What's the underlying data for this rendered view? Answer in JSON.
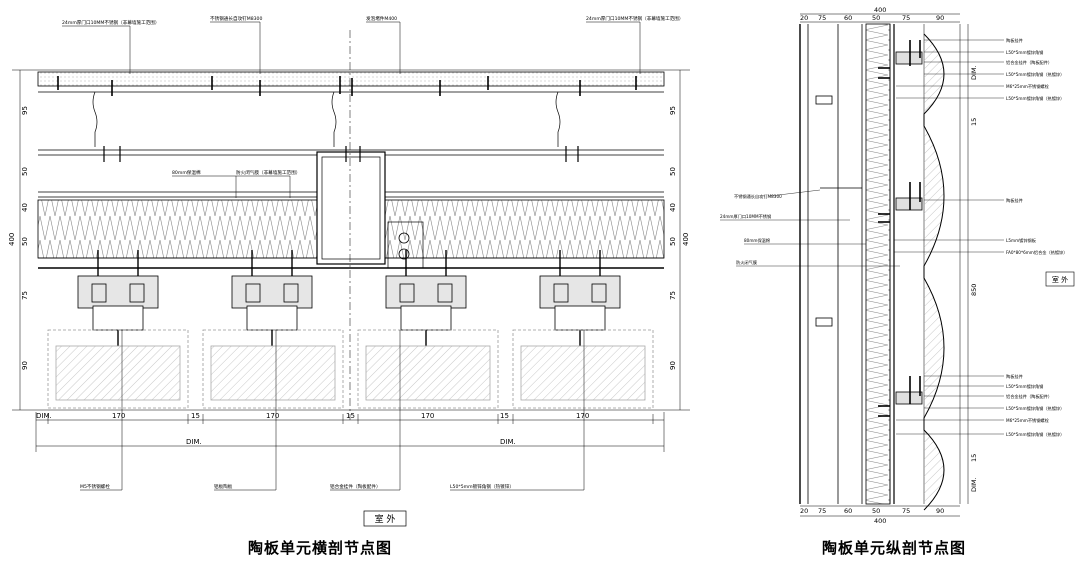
{
  "left_drawing": {
    "title": "陶板单元横剖节点图",
    "exterior_label": "室 外",
    "callouts_top": [
      "24mm厚门口10MM不锈钢（非幕墙施工范围）",
      "不锈钢通长自攻钉M8300",
      "发泡堵件M400",
      "24mm厚门口10MM不锈钢（非幕墙施工范围）"
    ],
    "callouts_mid": [
      "80mm保温棉",
      "防火闭气膜（非幕墙施工范围）"
    ],
    "callouts_bottom": [
      "M5不锈钢螺栓",
      "铝板陶板",
      "铝合金挂件（陶板配件）",
      "L50*5mm镀锌角钢（热镀锌）"
    ],
    "dims_vertical": [
      "95",
      "50",
      "40",
      "50",
      "75",
      "90"
    ],
    "dim_total": "400",
    "dims_horizontal": [
      "DIM.",
      "170",
      "15",
      "170",
      "15",
      "170",
      "15",
      "170"
    ],
    "dim_overall": [
      "DIM.",
      "DIM."
    ]
  },
  "right_drawing": {
    "title": "陶板单元纵剖节点图",
    "exterior_label": "室 外",
    "dims_top": [
      "20",
      "75",
      "60",
      "50",
      "75",
      "90"
    ],
    "dims_bottom": [
      "20",
      "75",
      "60",
      "50",
      "75",
      "90"
    ],
    "total_top": "400",
    "total_bottom": "400",
    "dims_right": [
      "DIM.",
      "15",
      "850",
      "15",
      "DIM."
    ],
    "callouts_left": [
      "不锈钢通长自攻钉M8300",
      "24mm厚门口10MM不锈钢",
      "80mm保温棉",
      "防火闭气膜"
    ],
    "callouts_right_group": [
      "陶板挂件",
      "L50*5mm镀锌角钢",
      "铝合金挂件（陶板配件）",
      "L50*5mm镀锌角钢（热镀锌）",
      "M6*25mm不锈钢螺栓",
      "L50*5mm镀锌角钢（热镀锌）"
    ],
    "callouts_right_mid": [
      "陶板挂件",
      "L5mm镀锌钢板",
      "FA0*80*6mm铝合金（热镀锌）"
    ]
  }
}
